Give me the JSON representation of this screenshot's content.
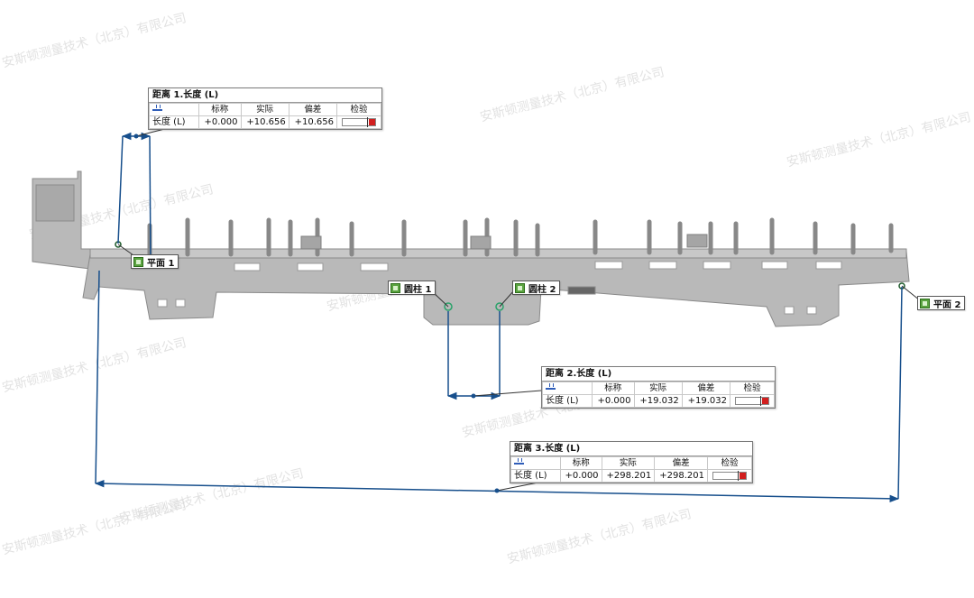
{
  "watermark_text": "安斯顿测量技术（北京）有限公司",
  "feature_labels": {
    "plane1": "平面 1",
    "plane2": "平面 2",
    "cyl1": "圆柱 1",
    "cyl2": "圆柱 2"
  },
  "table_headers": {
    "nominal": "标称",
    "actual": "实际",
    "deviation": "偏差",
    "check": "检验"
  },
  "measurements": [
    {
      "title": "距离 1.长度 (L)",
      "row_label": "长度 (L)",
      "nominal": "+0.000",
      "actual": "+10.656",
      "deviation": "+10.656"
    },
    {
      "title": "距离 2.长度 (L)",
      "row_label": "长度 (L)",
      "nominal": "+0.000",
      "actual": "+19.032",
      "deviation": "+19.032"
    },
    {
      "title": "距离 3.长度 (L)",
      "row_label": "长度 (L)",
      "nominal": "+0.000",
      "actual": "+298.201",
      "deviation": "+298.201"
    }
  ],
  "colors": {
    "part_fill": "#b9b9b9",
    "part_stroke": "#8a8a8a",
    "dimension": "#174f8c",
    "check_fail": "#d21f1f",
    "feature_icon": "#5aa340"
  },
  "icons": {
    "dimension_icon": "dimension-icon",
    "check_icon": "tolerance-bar-icon"
  }
}
